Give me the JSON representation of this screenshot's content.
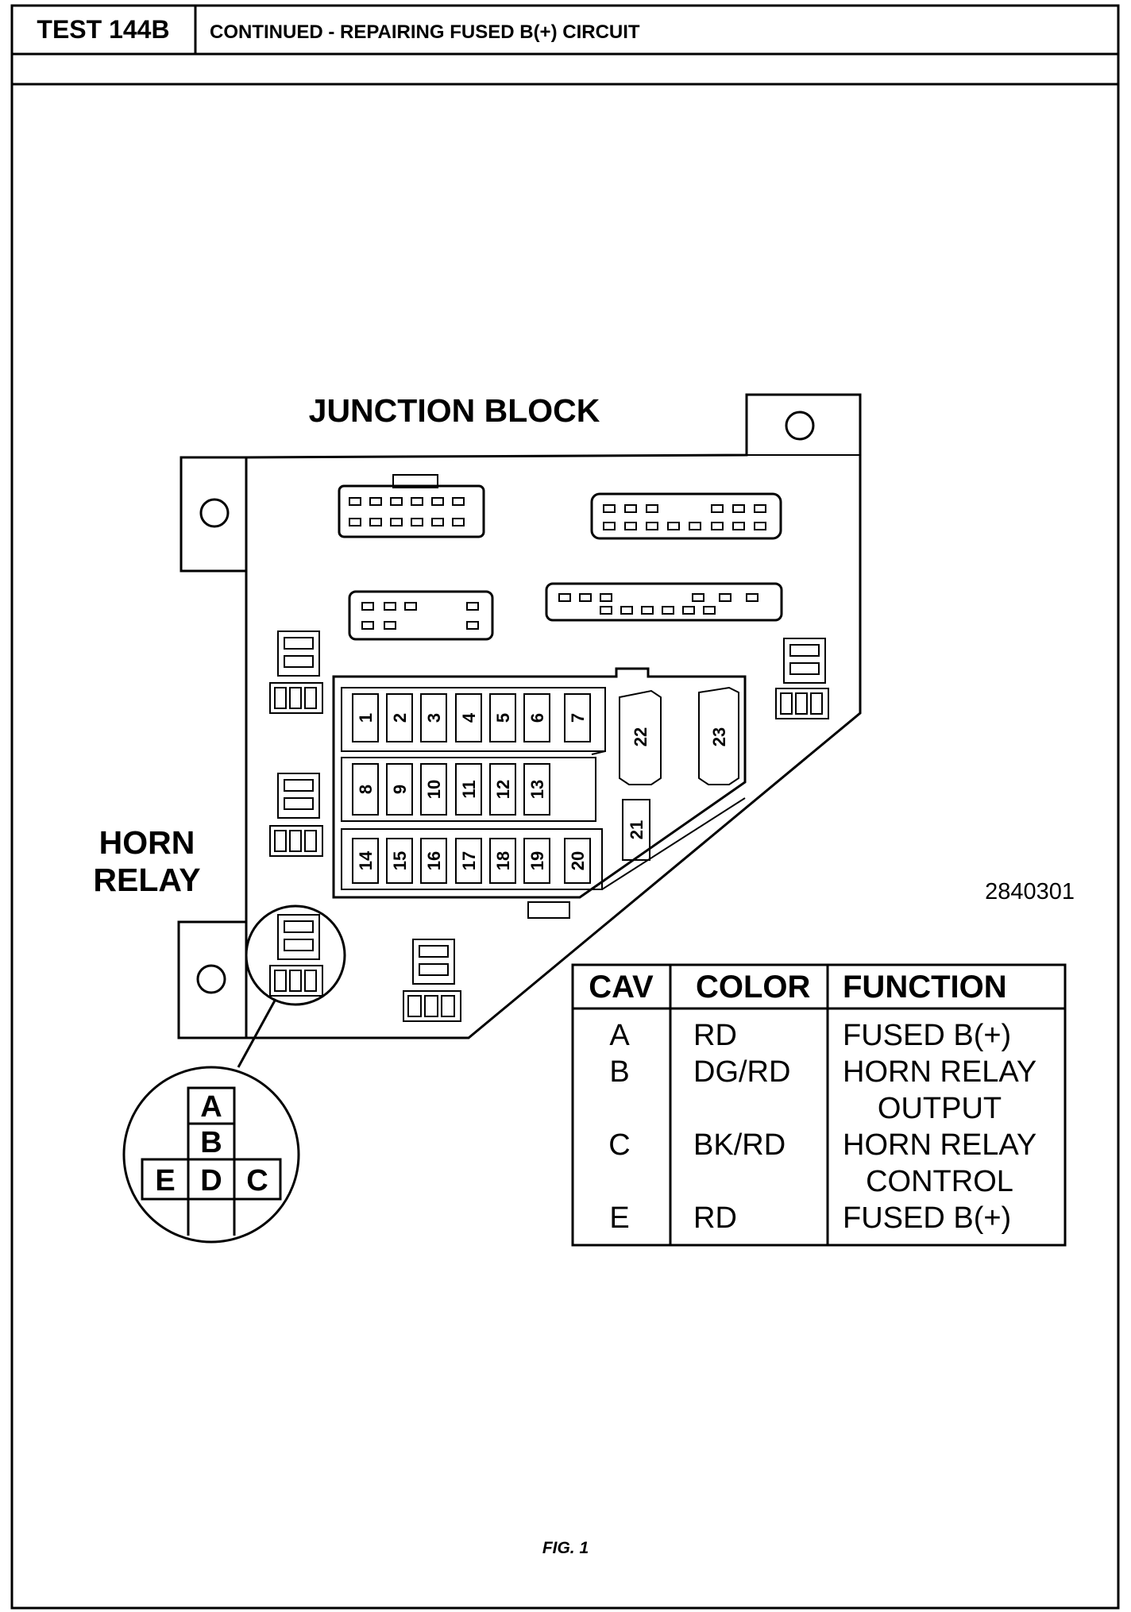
{
  "header": {
    "test_id": "TEST 144B",
    "title": "CONTINUED - REPAIRING FUSED B(+) CIRCUIT"
  },
  "diagram": {
    "title": "JUNCTION BLOCK",
    "horn_relay_label_line1": "HORN",
    "horn_relay_label_line2": "RELAY",
    "diagram_number": "2840301",
    "fuse_numbers": [
      "1",
      "2",
      "3",
      "4",
      "5",
      "6",
      "7",
      "8",
      "9",
      "10",
      "11",
      "12",
      "13",
      "14",
      "15",
      "16",
      "17",
      "18",
      "19",
      "20",
      "21",
      "22",
      "23"
    ],
    "connector_pins": [
      "A",
      "B",
      "E",
      "D",
      "C"
    ]
  },
  "cavity_table": {
    "headers": [
      "CAV",
      "COLOR",
      "FUNCTION"
    ],
    "rows": [
      {
        "cav": "A",
        "color": "RD",
        "function_line1": "FUSED B(+)",
        "function_line2": ""
      },
      {
        "cav": "B",
        "color": "DG/RD",
        "function_line1": "HORN RELAY",
        "function_line2": "OUTPUT"
      },
      {
        "cav": "C",
        "color": "BK/RD",
        "function_line1": "HORN RELAY",
        "function_line2": "CONTROL"
      },
      {
        "cav": "E",
        "color": "RD",
        "function_line1": "FUSED B(+)",
        "function_line2": ""
      }
    ]
  },
  "footer": {
    "figure_label": "FIG. 1"
  }
}
